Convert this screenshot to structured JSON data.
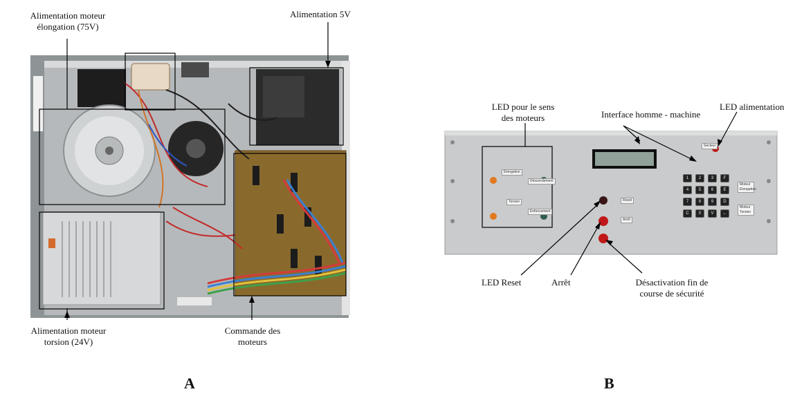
{
  "panel_a": {
    "letter": "A",
    "labels": {
      "elongation_line1": "Alimentation moteur",
      "elongation_line2": "élongation  (75V)",
      "alim5v": "Alimentation 5V",
      "torsion_line1": "Alimentation moteur",
      "torsion_line2": "torsion (24V)",
      "commande_line1": "Commande des",
      "commande_line2": "moteurs"
    }
  },
  "panel_b": {
    "letter": "B",
    "labels": {
      "led_sens_line1": "LED pour le sens",
      "led_sens_line2": "des moteurs",
      "ihm": "Interface homme - machine",
      "led_alim": "LED alimentation",
      "led_reset": "LED Reset",
      "arret": "Arrêt",
      "desact_line1": "Désactivation fin de",
      "desact_line2": "course de sécurité"
    },
    "front_panel_tags": [
      "Elongation",
      "Déscendement",
      "Torsion",
      "Enfoncement",
      "Reset",
      "Arrêt",
      "Moteur Elongation",
      "Moteur Torsion",
      "Secteur"
    ],
    "keypad_keys": [
      "1",
      "2",
      "3",
      "F",
      "4",
      "5",
      "6",
      "E",
      "7",
      "8",
      "9",
      "D",
      "C",
      "0",
      "V",
      "←"
    ]
  },
  "colors": {
    "panel_aluminium": "#c9cbcc",
    "led_orange": "#e07a20",
    "led_green": "#2f5f4c",
    "led_red": "#c01818"
  }
}
